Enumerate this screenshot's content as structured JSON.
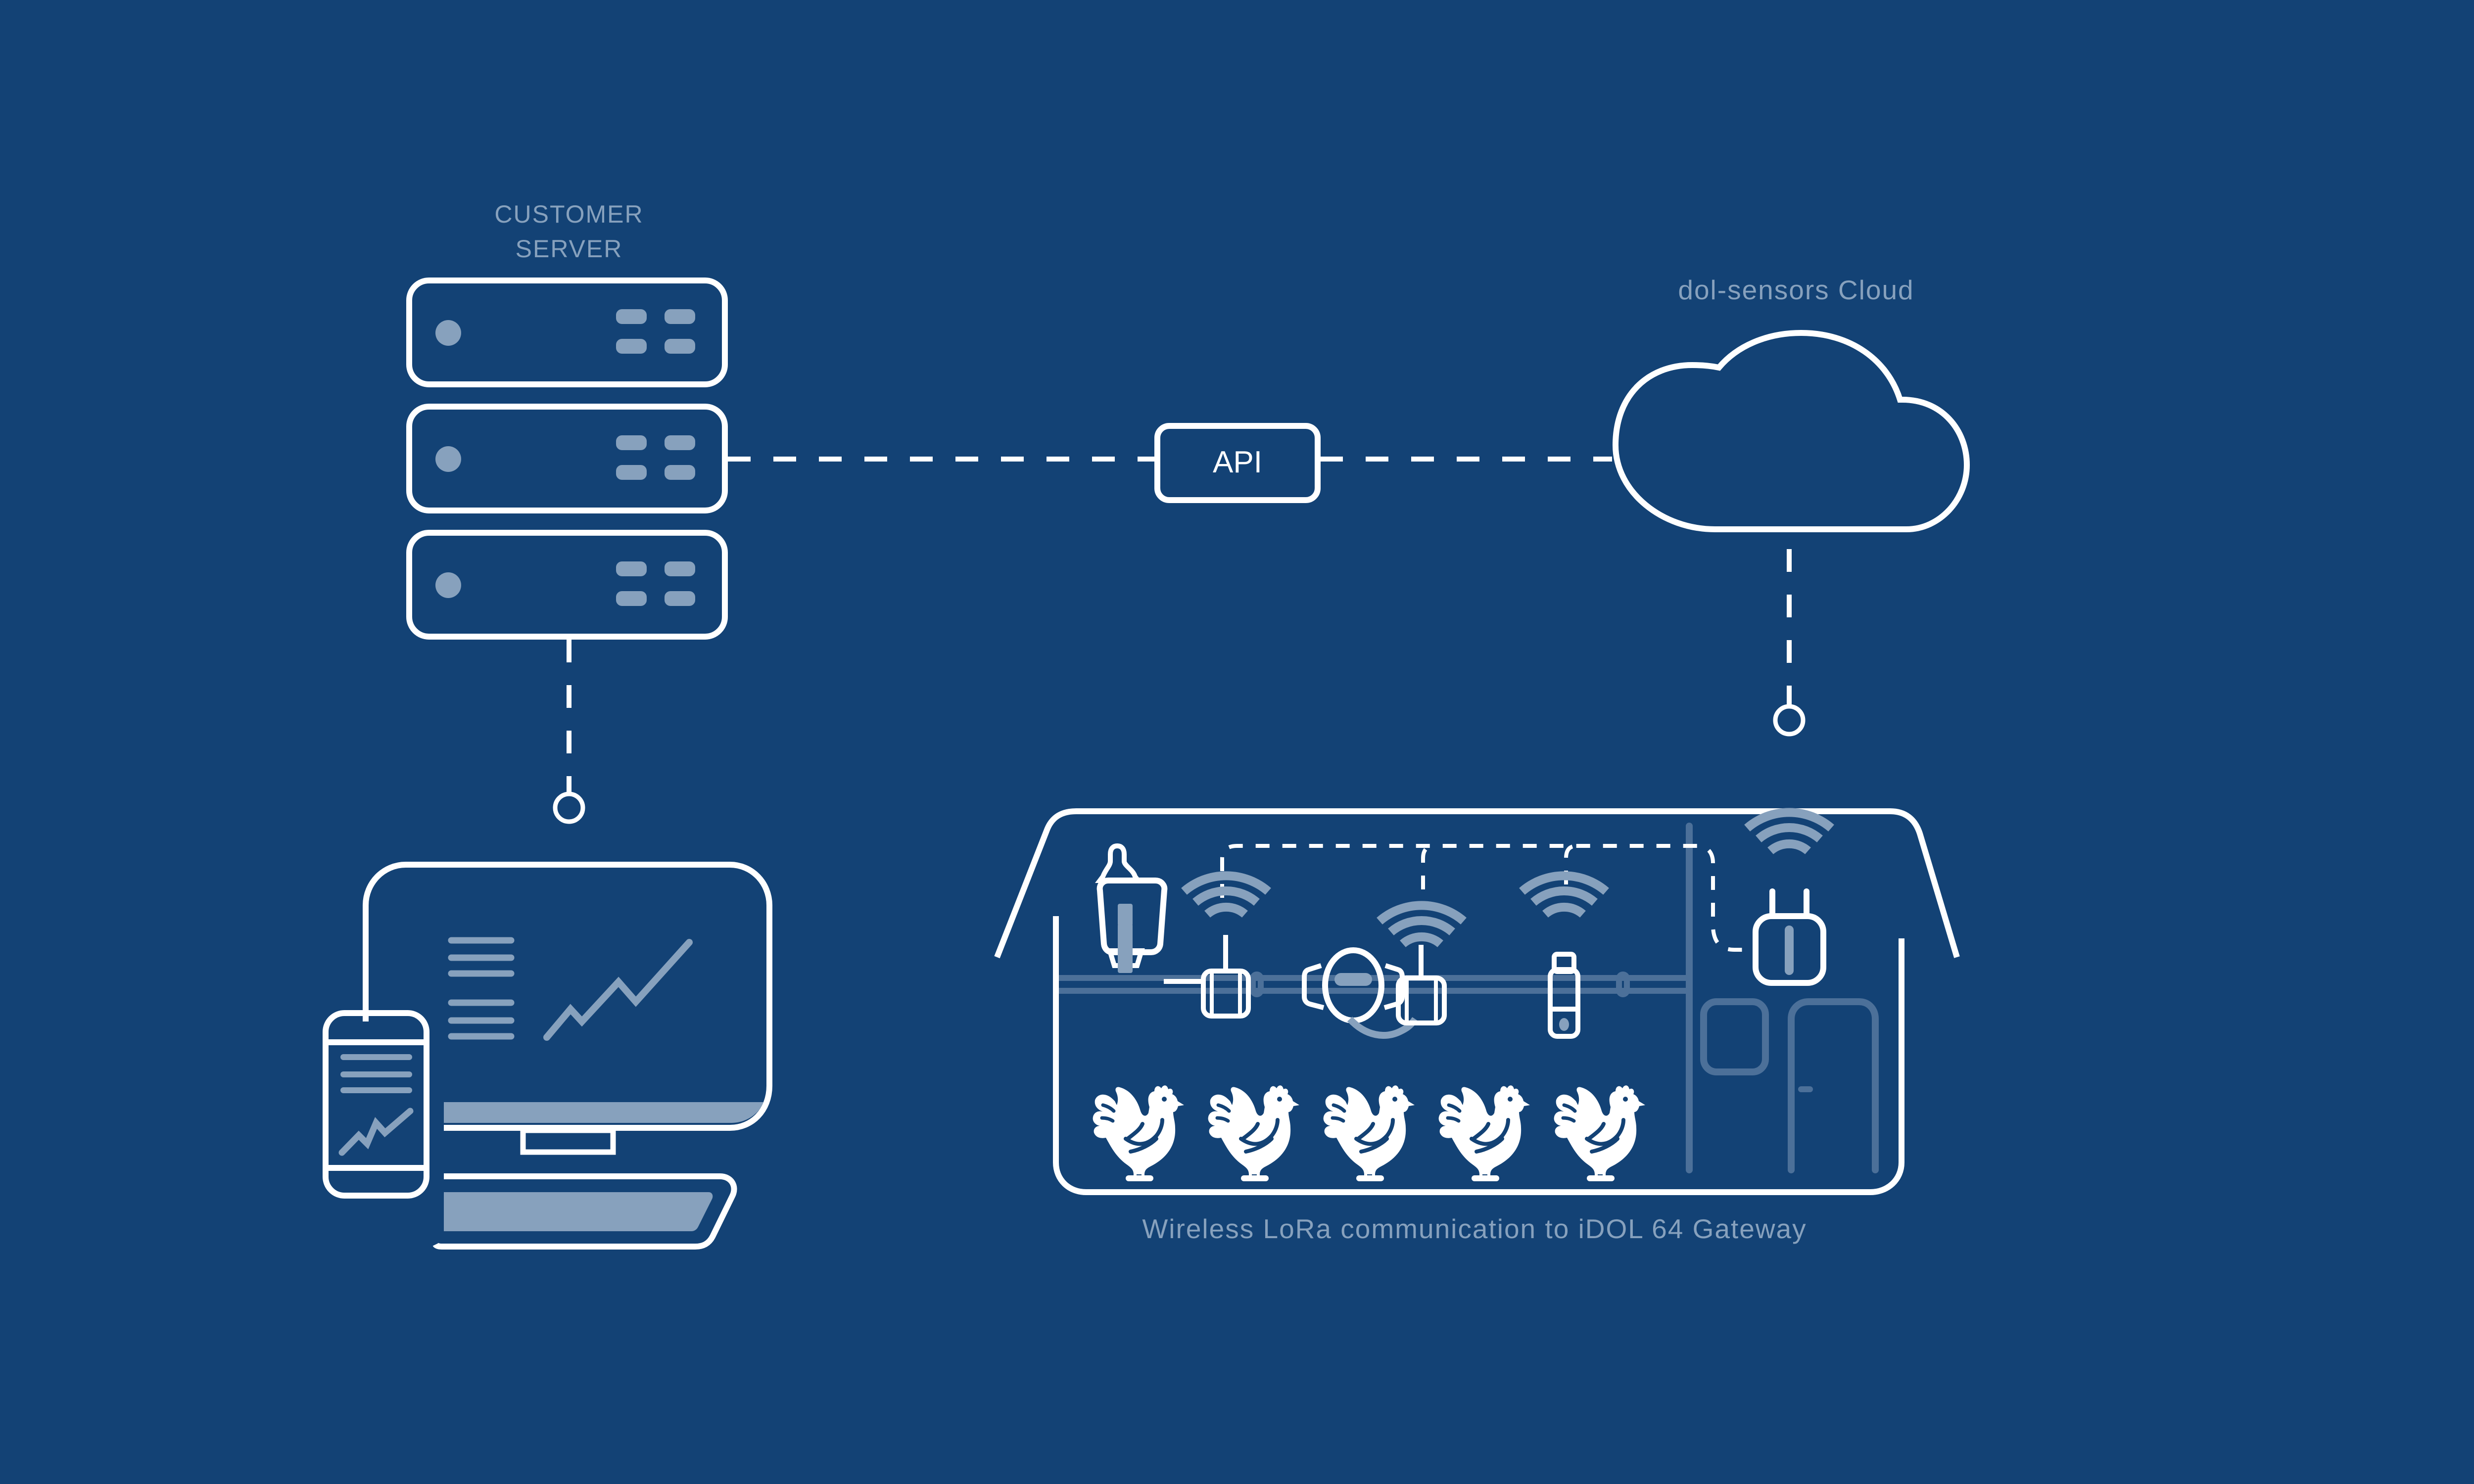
{
  "background_color": "#134275",
  "accent_color": "#ffffff",
  "muted_color": "#87a1bd",
  "labels": {
    "customer_server_line1": "CUSTOMER",
    "customer_server_line2": "SERVER",
    "api": "API",
    "cloud": "dol-sensors Cloud",
    "caption": "Wireless LoRa communication to iDOL 64 Gateway"
  },
  "nodes": [
    {
      "id": "customer-server",
      "type": "server-rack",
      "units": 3
    },
    {
      "id": "api",
      "type": "api-box"
    },
    {
      "id": "cloud",
      "type": "cloud"
    },
    {
      "id": "client-devices",
      "type": "desktop-and-phone"
    },
    {
      "id": "barn",
      "type": "poultry-house",
      "sensors": 4,
      "gateways": 1,
      "chickens": 5
    }
  ],
  "connections": [
    {
      "from": "customer-server",
      "to": "api",
      "style": "dashed"
    },
    {
      "from": "api",
      "to": "cloud",
      "style": "dashed"
    },
    {
      "from": "customer-server",
      "to": "client-devices",
      "style": "dashed"
    },
    {
      "from": "cloud",
      "to": "barn",
      "style": "dashed"
    },
    {
      "from": "barn-sensors",
      "to": "gateway",
      "style": "dashed",
      "protocol": "LoRa"
    }
  ]
}
